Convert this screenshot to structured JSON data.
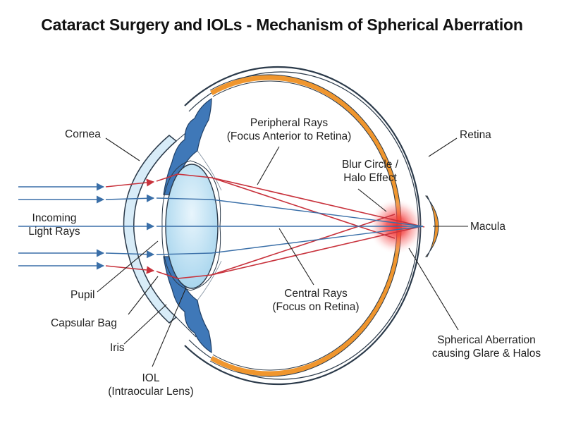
{
  "title": "Cataract Surgery and IOLs - Mechanism of Spherical Aberration",
  "labels": {
    "cornea": "Cornea",
    "incoming": [
      "Incoming",
      "Light Rays"
    ],
    "pupil": "Pupil",
    "capsular_bag": "Capsular Bag",
    "iris": "Iris",
    "iol": [
      "IOL",
      "(Intraocular Lens)"
    ],
    "peripheral": [
      "Peripheral Rays",
      "(Focus Anterior to Retina)"
    ],
    "central": [
      "Central Rays",
      "(Focus on Retina)"
    ],
    "blur": [
      "Blur Circle /",
      "Halo Effect"
    ],
    "retina": "Retina",
    "macula": "Macula",
    "spherical": [
      "Spherical Aberration",
      "causing Glare & Halos"
    ]
  },
  "colors": {
    "retina_orange": "#F0962E",
    "iris_blue": "#3F78B8",
    "lens_blue": "#BFE2F4",
    "cornea_blue": "#D8ECF8",
    "central_ray": "#3A6FA8",
    "peripheral_ray": "#C8323C",
    "halo_red": "#F03030"
  }
}
